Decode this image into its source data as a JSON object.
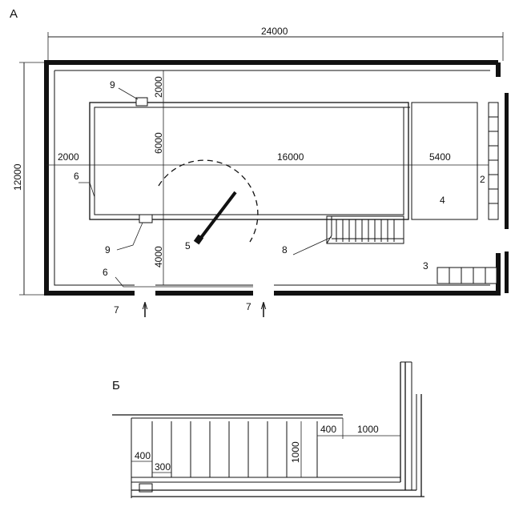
{
  "sections": {
    "a": "А",
    "b": "Б"
  },
  "plan_a": {
    "overall_width": "24000",
    "overall_height": "12000",
    "offset_left": "2000",
    "basin_length": "16000",
    "platform_width": "5400",
    "gap_top": "2000",
    "basin_width": "6000",
    "gap_bottom": "4000",
    "markers": {
      "m2": "2",
      "m3": "3",
      "m4": "4",
      "m5": "5",
      "m6_left": "6",
      "m6_bottom": "6",
      "m7_left": "7",
      "m7_right": "7",
      "m8": "8",
      "m9_top": "9",
      "m9_bottom": "9"
    }
  },
  "detail_b": {
    "step_400_top": "400",
    "gap_1000_top": "1000",
    "rise_1000": "1000",
    "step_400_left": "400",
    "step_300": "300"
  }
}
